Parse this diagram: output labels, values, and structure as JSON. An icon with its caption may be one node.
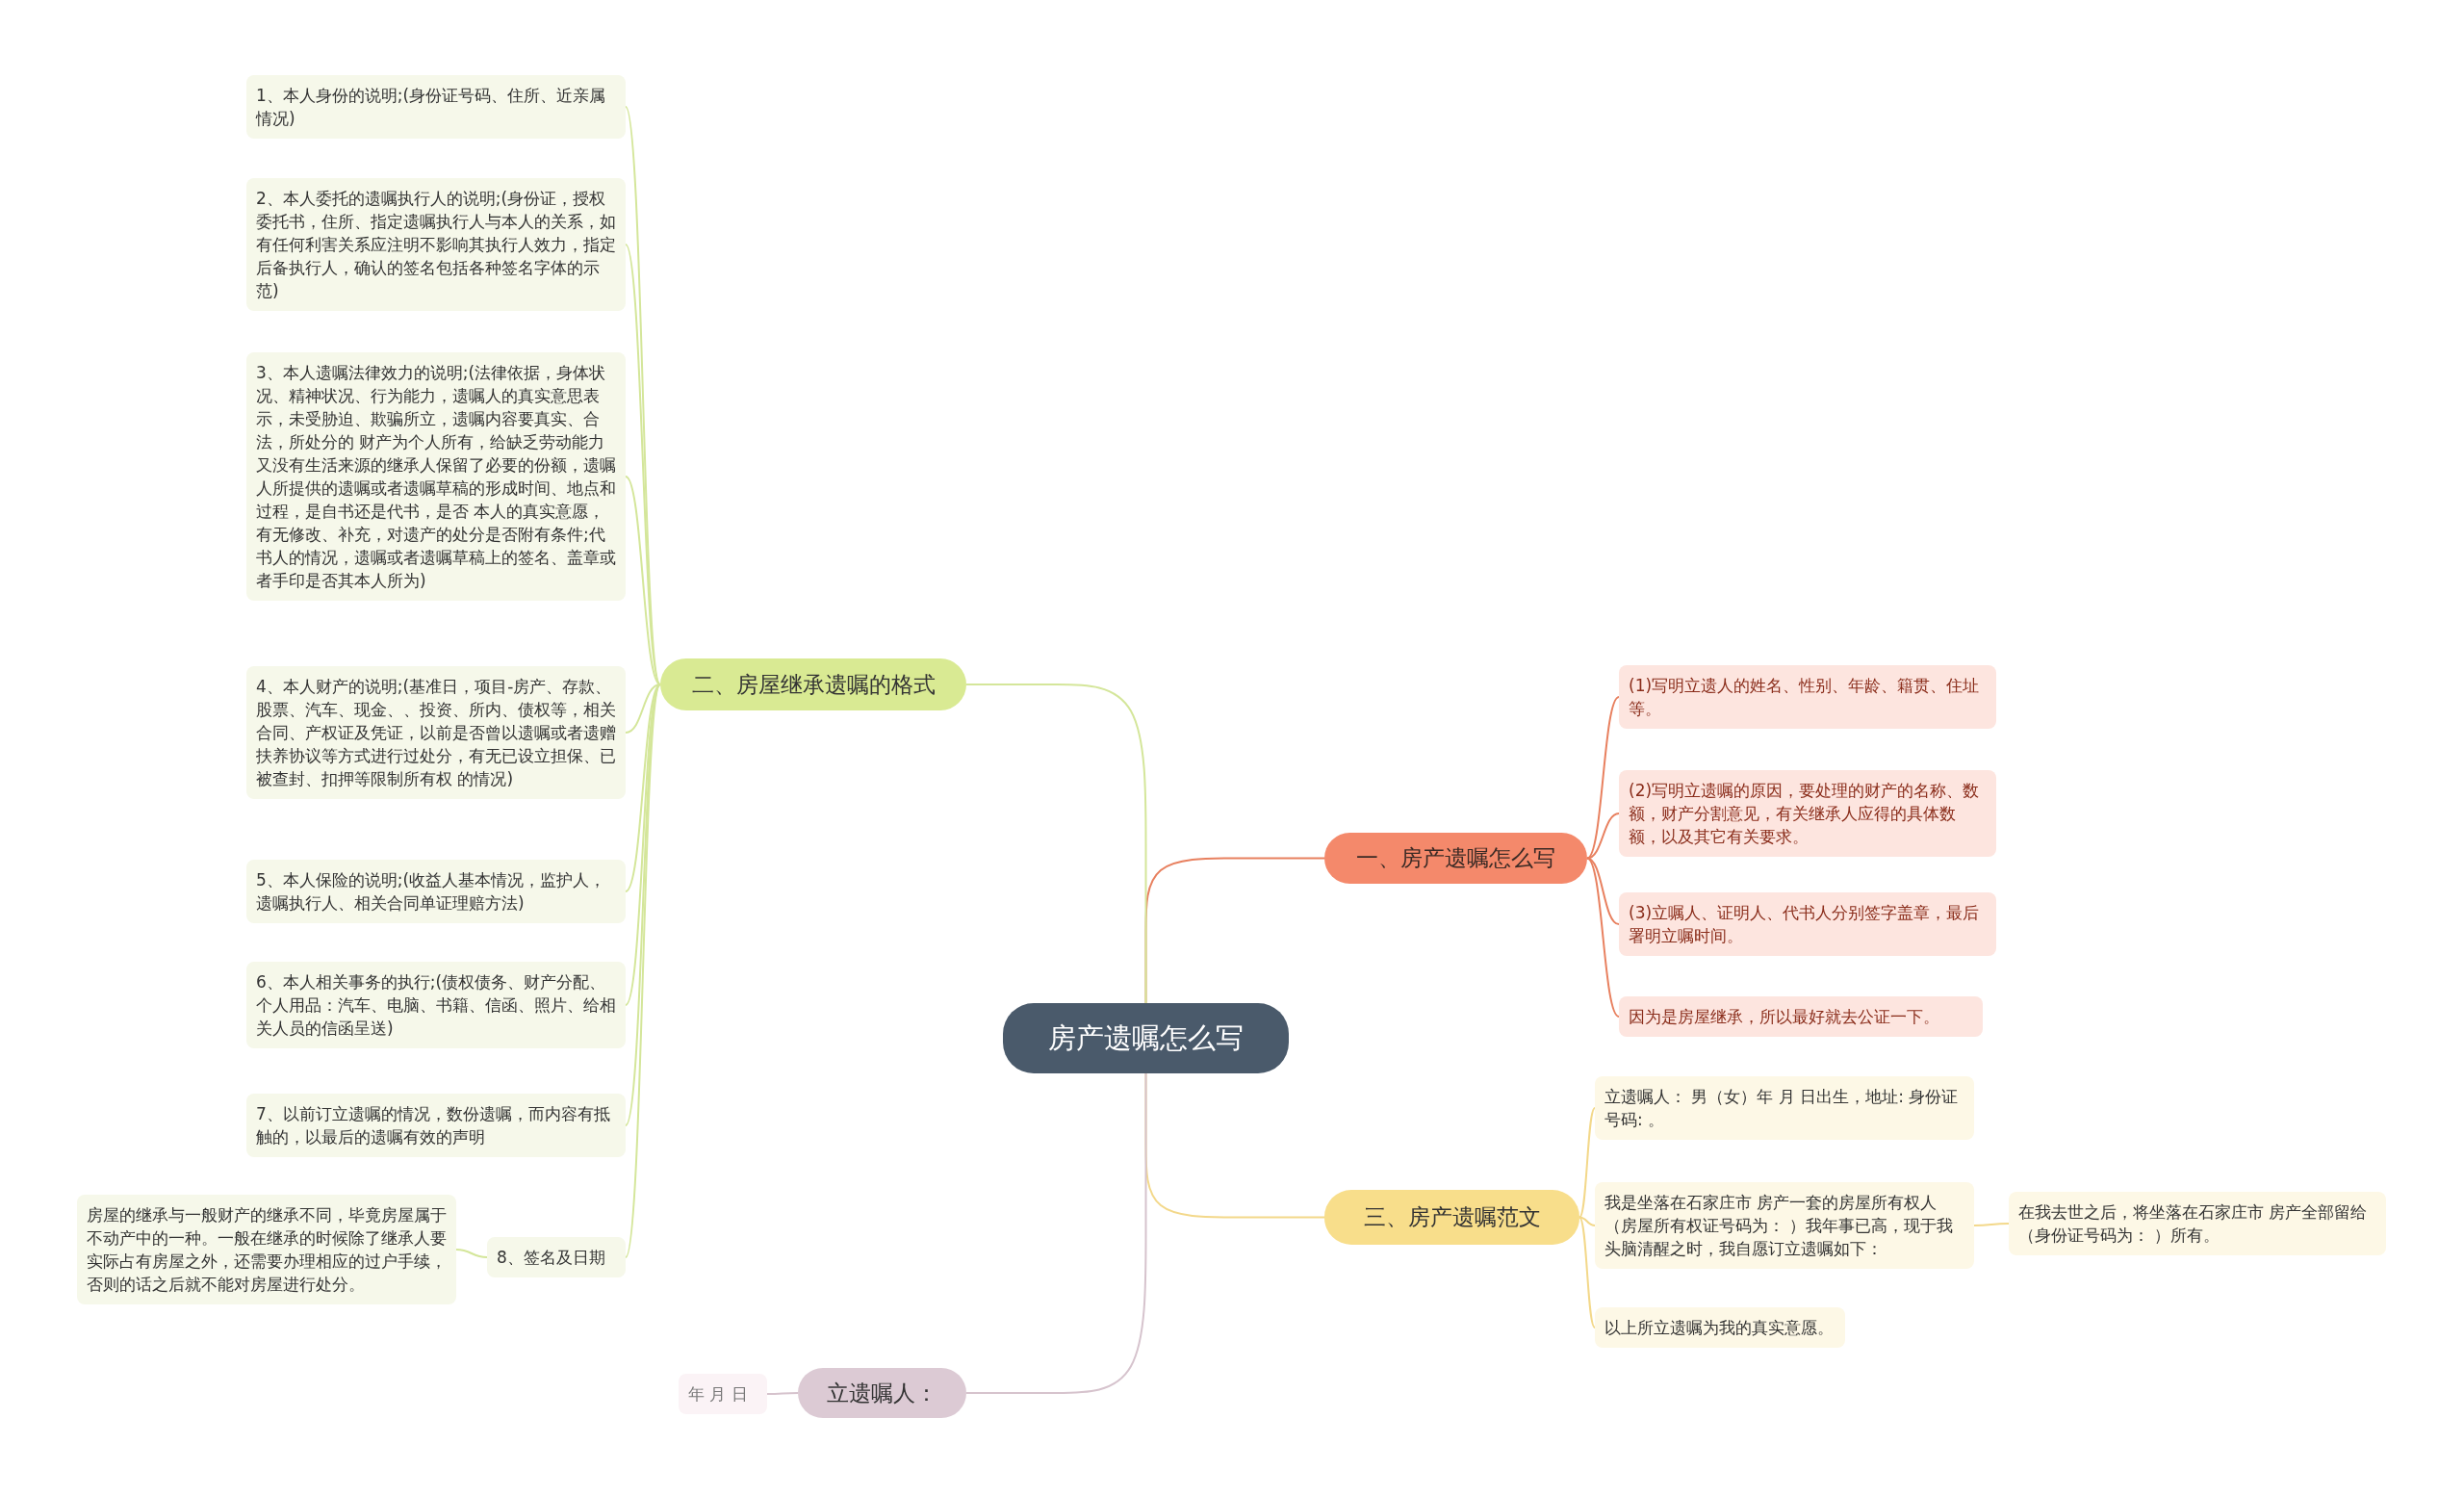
{
  "diagram": {
    "nodes": [
      {
        "text": [
          "房产遗嘱怎么写"
        ]
      },
      {
        "text": [
          "一、房产遗嘱怎么写"
        ]
      },
      {
        "text": [
          "(1)写明立遗人的姓名、性别、年龄、籍贯、住址等。"
        ]
      },
      {
        "text": [
          "(2)写明立遗嘱的原因，要处理的财产的名称、数额，财产分割意见，有关继承人应得的具体数额，以及其它有关要求。"
        ]
      },
      {
        "text": [
          "(3)立嘱人、证明人、代书人分别签字盖章，最后署明立嘱时间。"
        ]
      },
      {
        "text": [
          "因为是房屋继承，所以最好就去公证一下。"
        ]
      },
      {
        "text": [
          "二、房屋继承遗嘱的格式"
        ]
      },
      {
        "text": [
          "1、本人身份的说明;(身份证号码、住所、近亲属情况)"
        ]
      },
      {
        "text": [
          "2、本人委托的遗嘱执行人的说明;(身份证，授权委托书，住所、指定遗嘱执行人与本人的关系，如有任何利害关系应注明不影响其执行人效力，指定后备执行人，确认的签名包括各种签名字体的示范)"
        ]
      },
      {
        "text": [
          "3、本人遗嘱法律效力的说明;(法律依据，身体状况、精神状况、行为能力，遗嘱人的真实意思表示，未受胁迫、欺骗所立，遗嘱内容要真实、合法，所处分的 财产为个人所有，给缺乏劳动能力又没有生活来源的继承人保留了必要的份额，遗嘱人所提供的遗嘱或者遗嘱草稿的形成时间、地点和过程，是自书还是代书，是否 本人的真实意愿，有无修改、补充，对遗产的处分是否附有条件;代书人的情况，遗嘱或者遗嘱草稿上的签名、盖章或者手印是否其本人所为)"
        ]
      },
      {
        "text": [
          "4、本人财产的说明;(基准日，项目-房产、存款、股票、汽车、现金、、投资、所内、债权等，相关合同、产权证及凭证，以前是否曾以遗嘱或者遗赠扶养协议等方式进行过处分，有无已设立担保、已被查封、扣押等限制所有权 的情况)"
        ]
      },
      {
        "text": [
          "5、本人保险的说明;(收益人基本情况，监护人，遗嘱执行人、相关合同单证理赔方法)"
        ]
      },
      {
        "text": [
          "6、本人相关事务的执行;(债权债务、财产分配、个人用品：汽车、电脑、书籍、信函、照片、给相关人员的信函呈送)"
        ]
      },
      {
        "text": [
          "7、以前订立遗嘱的情况，数份遗嘱，而内容有抵触的，以最后的遗嘱有效的声明"
        ]
      },
      {
        "text": [
          "8、签名及日期"
        ]
      },
      {
        "text": [
          "房屋的继承与一般财产的继承不同，毕竟房屋属于不动产中的一种。一般在继承的时候除了继承人要实际占有房屋之外，还需要办理相应的过户手续，否则的话之后就不能对房屋进行处分。"
        ]
      },
      {
        "text": [
          "三、房产遗嘱范文"
        ]
      },
      {
        "text": [
          "立遗嘱人：  男（女）年 月 日出生，地址: 身份证号码: 。"
        ]
      },
      {
        "text": [
          "我是坐落在石家庄市 房产一套的房屋所有权人（房屋所有权证号码为：  ）我年事已高，现于我头脑清醒之时，我自愿订立遗嘱如下："
        ]
      },
      {
        "text": [
          "以上所立遗嘱为我的真实意愿。"
        ]
      },
      {
        "text": [
          "在我去世之后，将坐落在石家庄市 房产全部留给（身份证号码为：  ）所有。"
        ]
      },
      {
        "text": [
          "立遗嘱人："
        ]
      },
      {
        "text": [
          "年 月 日"
        ]
      }
    ],
    "edges": [
      {
        "from": 0,
        "to": 1,
        "arrow": "none",
        "color": "#e8805f"
      },
      {
        "from": 1,
        "to": 2,
        "arrow": "none",
        "color": "#e8805f"
      },
      {
        "from": 1,
        "to": 3,
        "arrow": "none",
        "color": "#e8805f"
      },
      {
        "from": 1,
        "to": 4,
        "arrow": "none",
        "color": "#e8805f"
      },
      {
        "from": 1,
        "to": 5,
        "arrow": "none",
        "color": "#e8805f"
      },
      {
        "from": 0,
        "to": 6,
        "arrow": "none",
        "color": "#d4e69a"
      },
      {
        "from": 6,
        "to": 7,
        "arrow": "none",
        "color": "#d4e69a"
      },
      {
        "from": 6,
        "to": 8,
        "arrow": "none",
        "color": "#d4e69a"
      },
      {
        "from": 6,
        "to": 9,
        "arrow": "none",
        "color": "#d4e69a"
      },
      {
        "from": 6,
        "to": 10,
        "arrow": "none",
        "color": "#d4e69a"
      },
      {
        "from": 6,
        "to": 11,
        "arrow": "none",
        "color": "#d4e69a"
      },
      {
        "from": 6,
        "to": 12,
        "arrow": "none",
        "color": "#d4e69a"
      },
      {
        "from": 6,
        "to": 13,
        "arrow": "none",
        "color": "#d4e69a"
      },
      {
        "from": 6,
        "to": 14,
        "arrow": "none",
        "color": "#d4e69a"
      },
      {
        "from": 14,
        "to": 15,
        "arrow": "none",
        "color": "#d4e69a"
      },
      {
        "from": 0,
        "to": 16,
        "arrow": "none",
        "color": "#f3d88a"
      },
      {
        "from": 16,
        "to": 17,
        "arrow": "none",
        "color": "#f3d88a"
      },
      {
        "from": 16,
        "to": 18,
        "arrow": "none",
        "color": "#f3d88a"
      },
      {
        "from": 16,
        "to": 19,
        "arrow": "none",
        "color": "#f3d88a"
      },
      {
        "from": 18,
        "to": 20,
        "arrow": "none",
        "color": "#f3d88a"
      },
      {
        "from": 0,
        "to": 21,
        "arrow": "none",
        "color": "#d6c3cd"
      },
      {
        "from": 21,
        "to": 22,
        "arrow": "none",
        "color": "#d6c3cd"
      }
    ]
  }
}
